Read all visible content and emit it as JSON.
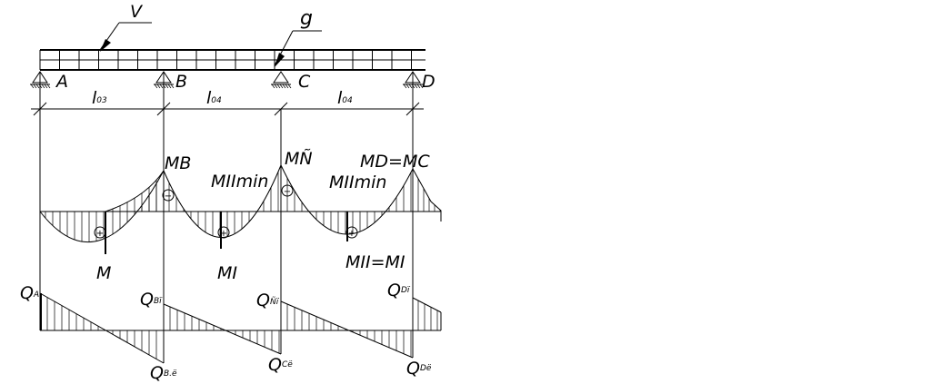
{
  "loads": {
    "point_load": "V",
    "distributed_load": "g"
  },
  "supports": [
    {
      "id": "support-a",
      "label": "A"
    },
    {
      "id": "support-b",
      "label": "B"
    },
    {
      "id": "support-c",
      "label": "C"
    },
    {
      "id": "support-d",
      "label": "D"
    }
  ],
  "spans": [
    {
      "main": "l",
      "sub": "03"
    },
    {
      "main": "l",
      "sub": "04"
    },
    {
      "main": "l",
      "sub": "04"
    }
  ],
  "moment_labels": {
    "m_b": "MB",
    "m_c": "MÑ",
    "m_d_eq_m_c": "MD=MC",
    "m_min_span2": "MIImin",
    "m_min_span3": "MIImin",
    "m_span1": "M",
    "m_span2": "MI",
    "m_span3_eq": "MII=MI"
  },
  "shear_labels": {
    "q_a": {
      "main": "Q",
      "sub": "A"
    },
    "q_bl": {
      "main": "Q",
      "sub": "Bï"
    },
    "q_br": {
      "main": "Q",
      "sub": "B.ë"
    },
    "q_cl": {
      "main": "Q",
      "sub": "Ñï"
    },
    "q_cr": {
      "main": "Q",
      "sub": "Cë"
    },
    "q_dl": {
      "main": "Q",
      "sub": "Dï"
    },
    "q_dr": {
      "main": "Q",
      "sub": "Dë"
    }
  },
  "signs": {
    "plus": "+",
    "minus": "−"
  }
}
